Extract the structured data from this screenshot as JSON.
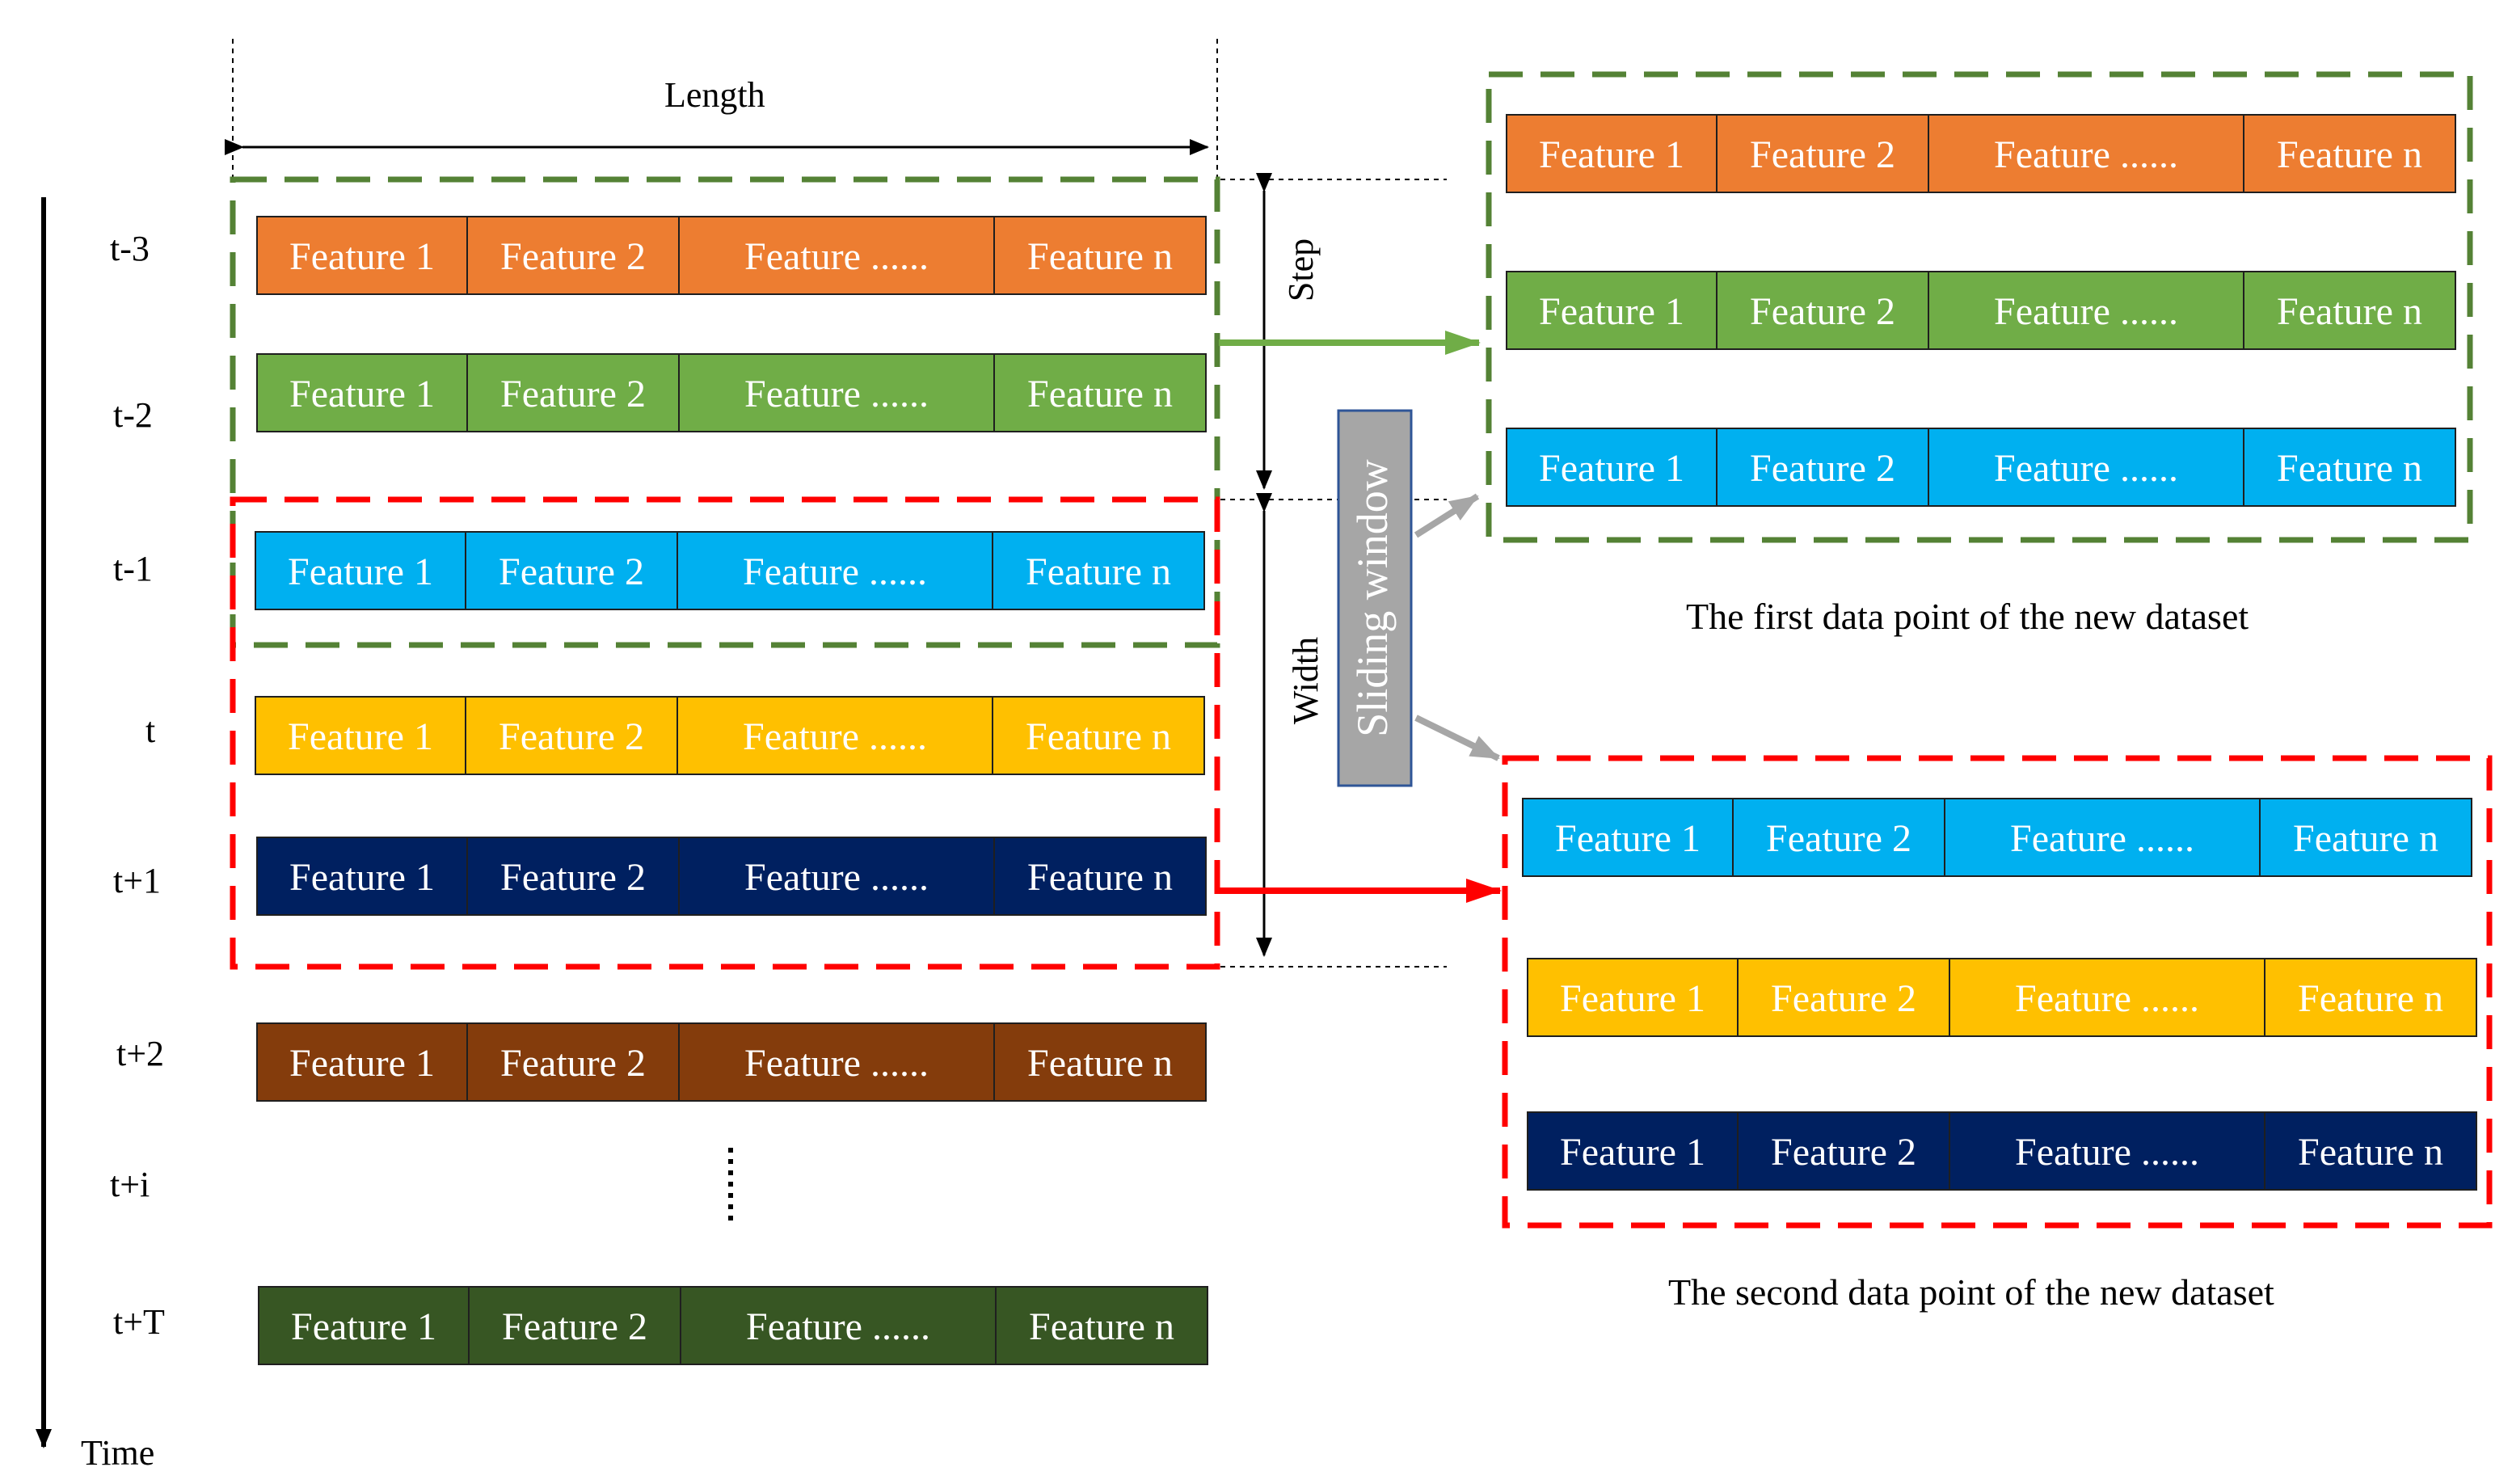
{
  "feature_labels": [
    "Feature 1",
    "Feature 2",
    "Feature ......",
    "Feature n"
  ],
  "time_steps": [
    "t-3",
    "t-2",
    "t-1",
    "t",
    "t+1",
    "t+2",
    "t+i",
    "t+T"
  ],
  "time_axis_label": "Time",
  "length_label": "Length",
  "step_label": "Step",
  "width_label": "Width",
  "sliding_window_label": "Sliding window",
  "first_caption": "The first data point of the new dataset",
  "second_caption": "The second data point of the new dataset",
  "colors": {
    "orange": "#ed7d31",
    "green": "#70ad47",
    "blue": "#00b0f0",
    "yellow": "#ffc000",
    "navy": "#002060",
    "brown": "#843c0c",
    "darkgreen": "#375623",
    "green_window": "#548235",
    "red_window": "#ff0000",
    "gray": "#a6a6a6"
  },
  "rows": [
    {
      "step": "t-3",
      "color_key": "orange"
    },
    {
      "step": "t-2",
      "color_key": "green"
    },
    {
      "step": "t-1",
      "color_key": "blue"
    },
    {
      "step": "t",
      "color_key": "yellow"
    },
    {
      "step": "t+1",
      "color_key": "navy"
    },
    {
      "step": "t+2",
      "color_key": "brown"
    },
    {
      "step": "t+T",
      "color_key": "darkgreen"
    }
  ],
  "first_window_rows": [
    "orange",
    "green",
    "blue"
  ],
  "second_window_rows": [
    "blue",
    "yellow",
    "navy"
  ]
}
